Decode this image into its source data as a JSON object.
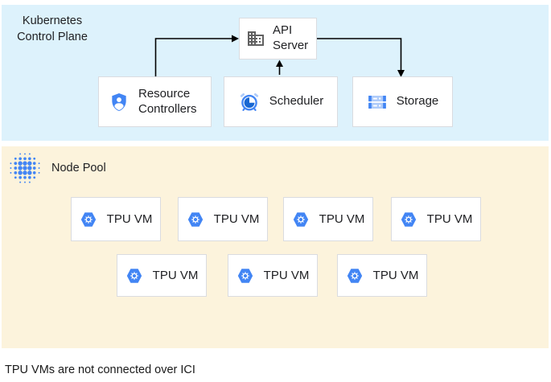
{
  "control_plane": {
    "label": "Kubernetes Control Plane",
    "nodes": {
      "api_server": "API Server",
      "resource_controllers": "Resource Controllers",
      "scheduler": "Scheduler",
      "storage": "Storage"
    },
    "connections": [
      {
        "from": "resource_controllers",
        "to": "api_server"
      },
      {
        "from": "scheduler",
        "to": "api_server"
      },
      {
        "from": "api_server",
        "to": "storage"
      }
    ]
  },
  "node_pool": {
    "label": "Node Pool",
    "vms": [
      "TPU VM",
      "TPU VM",
      "TPU VM",
      "TPU VM",
      "TPU VM",
      "TPU VM",
      "TPU VM"
    ]
  },
  "caption": "TPU VMs are not connected over ICI",
  "icons": {
    "api_server": "building-icon",
    "resource_controllers": "shield-person-icon",
    "scheduler": "alarm-clock-icon",
    "storage": "server-stack-icon",
    "tpu_vm": "hexagon-gear-icon",
    "node_pool": "dot-cluster-icon"
  },
  "colors": {
    "control_plane_bg": "#DDF2FC",
    "node_pool_bg": "#FCF3DC",
    "box_border": "#DADCE0",
    "text": "#202124",
    "icon_blue": "#4285F4",
    "icon_blue_dark": "#1967D2",
    "icon_blue_light": "#AECBFA",
    "icon_gray": "#616161",
    "arrow": "#000000"
  }
}
